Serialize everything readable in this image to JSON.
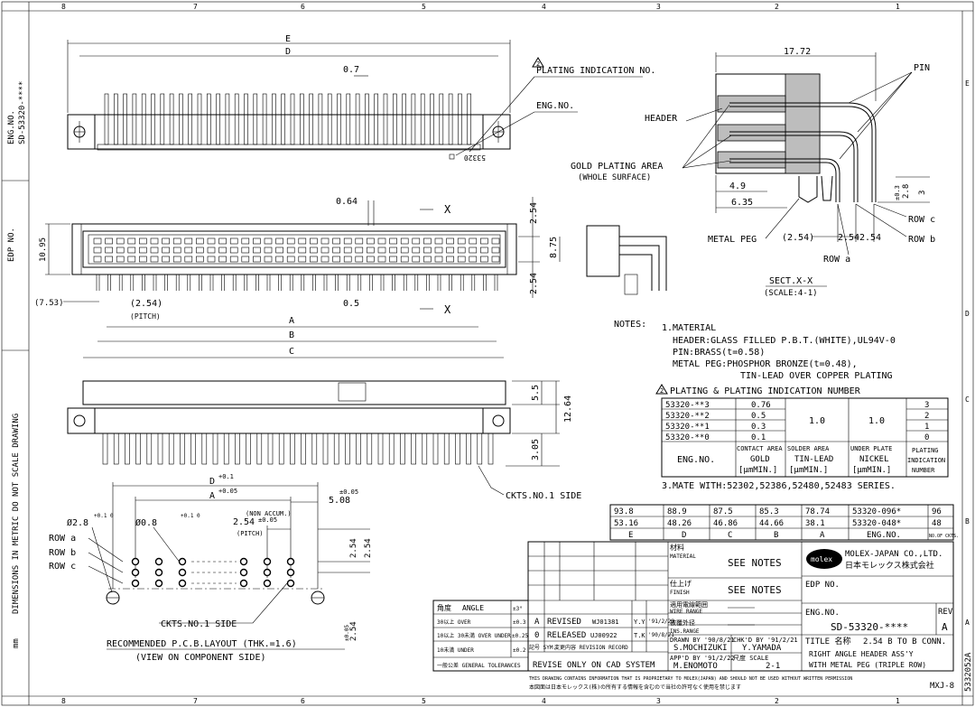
{
  "zone_cols": [
    "8",
    "7",
    "6",
    "5",
    "4",
    "3",
    "2",
    "1"
  ],
  "zone_rows": [
    "A",
    "B",
    "C",
    "D",
    "E"
  ],
  "side_labels": {
    "eng_no_caption": "ENG.NO.",
    "eng_no_value": "SD-53320-****",
    "edp_caption": "EDP NO.",
    "dimensions_note": "DIMENSIONS IN METRIC DO NOT SCALE DRAWING",
    "unit": "mm",
    "doc_code": "5332052A",
    "sheet_code": "MXJ-8"
  },
  "top_view": {
    "dim_e": "E",
    "dim_d": "D",
    "dim_pin_width": "0.7",
    "plating_note": "PLATING INDICATION NO.",
    "triangle_mark": "2",
    "eng_no_note": "ENG.NO.",
    "marking": "53320"
  },
  "front_view": {
    "dim_064": "0.64",
    "dim_254_top": "2.54",
    "dim_875": "8.75",
    "dim_254_bottom": "2.54",
    "dim_1095": "10.95",
    "dim_753": "(7.53)",
    "pitch_value": "(2.54)",
    "pitch_label": "(PITCH)",
    "dim_05": "0.5",
    "dim_a": "A",
    "dim_b": "B",
    "dim_c": "C",
    "section_mark": "X"
  },
  "section_view": {
    "dim_1772": "17.72",
    "pin_label": "PIN",
    "header_label": "HEADER",
    "gold_label": "GOLD PLATING AREA",
    "gold_sub": "(WHOLE SURFACE)",
    "dim_49": "4.9",
    "dim_635": "6.35",
    "metal_peg": "METAL PEG",
    "dim_254_paren": "(2.54)",
    "dim_254a": "2.54",
    "dim_254b": "2.54",
    "dim_28": "2.8",
    "dim_03": "±0.3",
    "dim_3": "3",
    "row_a": "ROW a",
    "row_b": "ROW b",
    "row_c": "ROW c",
    "title": "SECT.X-X",
    "scale": "(SCALE:4-1)"
  },
  "bottom_view": {
    "dim_55": "5.5",
    "dim_1264": "12.64",
    "dim_305": "3.05",
    "ckts_label": "CKTS.NO.1 SIDE"
  },
  "notes": {
    "title": "NOTES:",
    "material_heading": "1.MATERIAL",
    "header_line": "HEADER:GLASS FILLED P.B.T.(WHITE),UL94V-0",
    "pin_line": "PIN:BRASS(t=0.58)",
    "peg_line": "METAL PEG:PHOSPHOR BRONZE(t=0.48),",
    "peg_line2": "TIN-LEAD OVER COPPER PLATING",
    "plating_heading": "PLATING & PLATING INDICATION NUMBER",
    "plating_mark": "2",
    "mate_line": "3.MATE WITH:52302,52386,52480,52483 SERIES."
  },
  "plating_table": {
    "rows": [
      {
        "eng": "53320-**3",
        "gold": "0.76",
        "ind": "3"
      },
      {
        "eng": "53320-**2",
        "gold": "0.5",
        "ind": "2"
      },
      {
        "eng": "53320-**1",
        "gold": "0.3",
        "ind": "1"
      },
      {
        "eng": "53320-**0",
        "gold": "0.1",
        "ind": "0"
      }
    ],
    "solder_value": "1.0",
    "nickel_value": "1.0",
    "h_eng": "ENG.NO.",
    "h_contact1": "CONTACT AREA",
    "h_contact2": "GOLD",
    "h_contact3": "[μmMIN.]",
    "h_solder1": "SOLDER AREA",
    "h_solder2": "TIN-LEAD",
    "h_solder3": "[μmMIN.]",
    "h_nickel1": "UNDER PLATE",
    "h_nickel2": "NICKEL",
    "h_nickel3": "[μmMIN.]",
    "h_ind1": "PLATING",
    "h_ind2": "INDICATION",
    "h_ind3": "NUMBER"
  },
  "dim_table": {
    "rows": [
      [
        "93.8",
        "88.9",
        "87.5",
        "85.3",
        "78.74",
        "53320-096*",
        "96"
      ],
      [
        "53.16",
        "48.26",
        "46.86",
        "44.66",
        "38.1",
        "53320-048*",
        "48"
      ]
    ],
    "headers": [
      "E",
      "D",
      "C",
      "B",
      "A",
      "ENG.NO.",
      "NO.OF CKTS."
    ]
  },
  "pcb": {
    "dim_d": "D",
    "dim_d_tol": "+0.1",
    "dim_a": "A",
    "dim_a_tol": "+0.05",
    "dim_508": "5.08",
    "dim_508_tol": "±0.05",
    "hole_28": "Ø2.8",
    "hole_28_tol": "+0.1 0",
    "hole_08": "Ø0.8",
    "hole_08_tol": "+0.1 0",
    "non_accum": "(NON ACCUM.)",
    "pitch_value": "2.54",
    "pitch_tol": "±0.05",
    "pitch_label": "(PITCH)",
    "row_a": "ROW a",
    "row_b": "ROW b",
    "row_c": "ROW c",
    "dim_254_v": "2.54",
    "dim_254_v_tol": "±0.05",
    "ckts_label": "CKTS.NO.1 SIDE",
    "title": "RECOMMENDED P.C.B.LAYOUT (THK.=1.6)",
    "subtitle": "(VIEW ON COMPONENT SIDE)"
  },
  "title_block": {
    "material_jp": "材料",
    "material_en": "MATERIAL",
    "material_value": "SEE NOTES",
    "finish_jp": "仕上げ",
    "finish_en": "FINISH",
    "finish_value": "SEE NOTES",
    "company": "MOLEX-JAPAN CO.,LTD.",
    "company_jp": "日本モレックス株式会社",
    "logo": "molex",
    "edp_label": "EDP NO.",
    "wire_jp": "適用電線範囲",
    "wire_en": "WIRE RANGE",
    "ins_jp": "被覆外径",
    "ins_en": "INS.RANGE",
    "eng_label": "ENG.NO.",
    "eng_value": "SD-53320-****",
    "rev_label": "REV",
    "rev_value": "A",
    "angle_jp": "角度",
    "angle_en": "ANGLE",
    "angle_tol": "±3°",
    "tol_30_over": "30以上 OVER",
    "tol_30_val": "±0.3",
    "tol_10_30": "10以上 30未満 OVER UNDER",
    "tol_10_30_val": "±0.25",
    "tol_10_under": "10未満 UNDER",
    "tol_10_under_val": "±0.2",
    "general_tol": "一般公差 GENERAL TOLERANCES",
    "rev_a_sym": "A",
    "rev_a_desc": "REVISED",
    "rev_a_ref": "WJ01381",
    "rev_a_by": "Y.Y",
    "rev_a_date": "'91/2/20",
    "rev_0_sym": "0",
    "rev_0_desc": "RELEASED",
    "rev_0_ref": "UJ00922",
    "rev_0_by": "T.K",
    "rev_0_date": "'90/8/21",
    "sym_head": "記号 SYM.",
    "rev_record": "変更内容 REVISION RECORD",
    "drawn_label": "DRAWN BY '90/8/21",
    "drawn_name": "S.MOCHIZUKI",
    "chkd_label": "CHK'D BY '91/2/21",
    "chkd_name": "Y.YAMADA",
    "appd_label": "APP'D BY '91/2/22",
    "appd_name": "M.ENOMOTO",
    "scale_label": "尺度 SCALE",
    "scale_value": "2-1",
    "title_label": "TITLE 名称",
    "title_line1": "2.54 B TO B CONN.",
    "title_line2": "RIGHT ANGLE HEADER ASS'Y",
    "title_line3": "WITH METAL PEG (TRIPLE ROW)",
    "cad_note": "REVISE ONLY ON CAD SYSTEM",
    "prop_en": "THIS DRAWING CONTAINS INFORMATION THAT IS PROPRIETARY TO MOLEX(JAPAN) AND SHOULD NOT BE USED WITHOUT WRITTEN PERMISSION",
    "prop_jp": "本図面は日本モレックス(株)の所有する情報を含むので当社の許可なく使用を禁じます"
  }
}
